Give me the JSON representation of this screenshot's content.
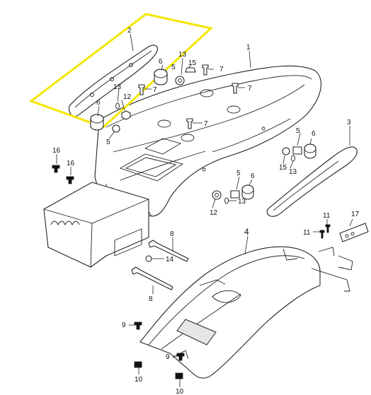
{
  "highlight_color": "#f5e600",
  "callouts": {
    "c1": "1",
    "c2": "2",
    "c3": "3",
    "c4": "4",
    "c5a": "5",
    "c5b": "5",
    "c5c": "5",
    "c5d": "5",
    "c6a": "6",
    "c6b": "6",
    "c6c": "6",
    "c6d": "6",
    "c7a": "7",
    "c7b": "7",
    "c7c": "7",
    "c7d": "7",
    "c8a": "8",
    "c8b": "8",
    "c9a": "9",
    "c9b": "9",
    "c10a": "10",
    "c10b": "10",
    "c11a": "11",
    "c11b": "11",
    "c12a": "12",
    "c12b": "12",
    "c13a": "13",
    "c13b": "13",
    "c13c": "13",
    "c14": "14",
    "c15a": "15",
    "c15b": "15",
    "c16a": "16",
    "c16b": "16",
    "c17": "17"
  }
}
